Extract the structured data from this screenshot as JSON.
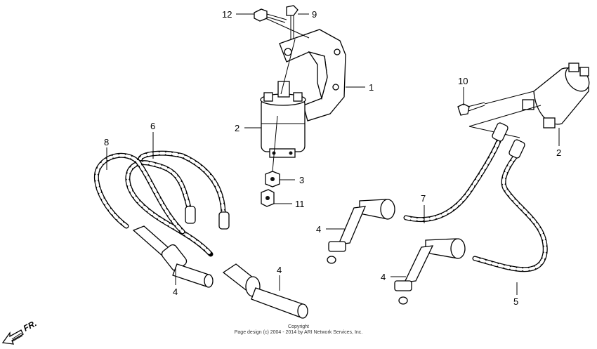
{
  "callouts": {
    "bracket": "1",
    "coil_left": "2",
    "coil_right": "2",
    "nut_3": "3",
    "cap_left_a": "4",
    "cap_left_b": "4",
    "cap_right_a": "4",
    "cap_right_b": "4",
    "wire_5": "5",
    "wire_6": "6",
    "wire_7": "7",
    "wire_8": "8",
    "bolt_9": "9",
    "bolt_10": "10",
    "nut_11": "11",
    "bolt_12": "12"
  },
  "front_arrow_label": "FR.",
  "copyright": {
    "line1": "Copyright",
    "line2": "Page design (c) 2004 - 2014 by ARI Network Services, Inc."
  }
}
